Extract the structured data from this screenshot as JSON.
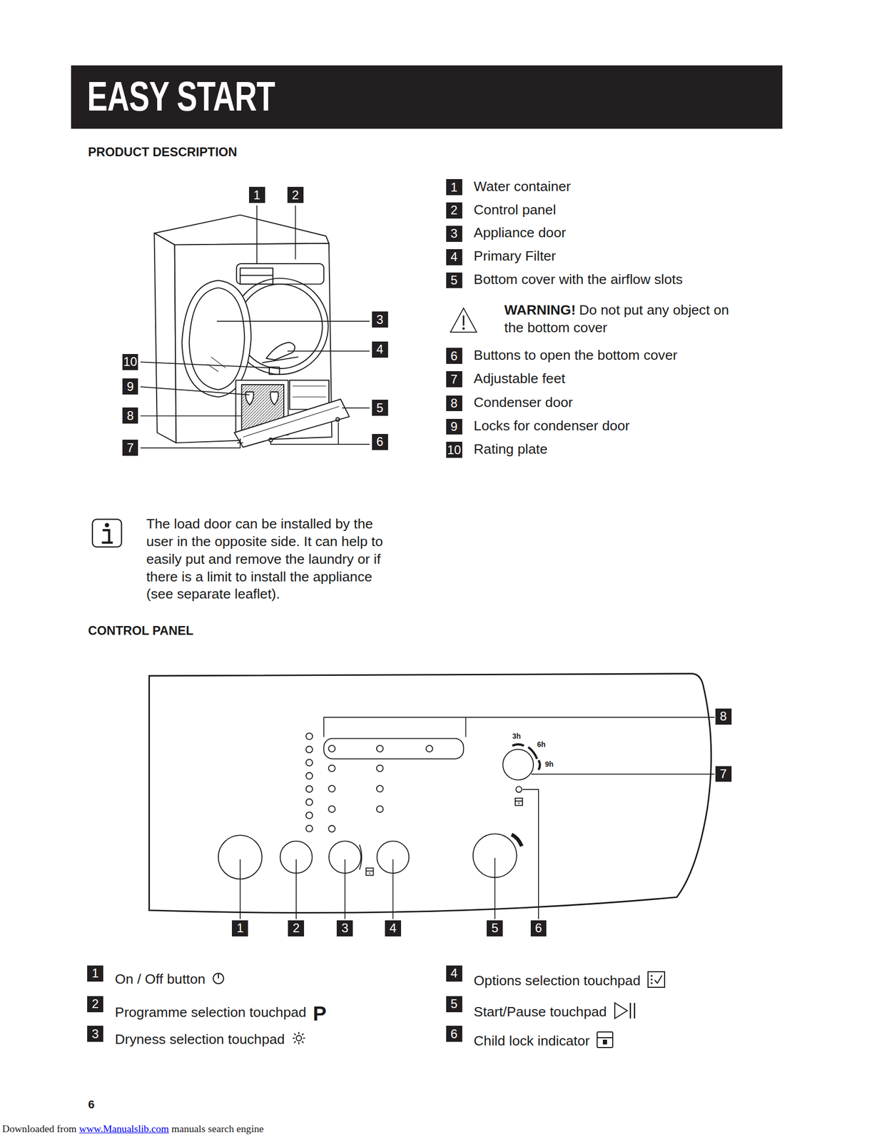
{
  "diagram": {
    "title": "EASY START",
    "labels": [
      "PRODUCT DESCRIPTION",
      "1",
      "2",
      "3",
      "4",
      "10",
      "9",
      "8",
      "5",
      "6",
      "7",
      "1",
      "Water container",
      "2",
      "Control panel",
      "3",
      "Appliance door",
      "4",
      "Primary Filter",
      "5",
      "Bottom cover with the airflow slots",
      "WARNING!",
      "Do not put any object on the bottom cover",
      "6",
      "Buttons to open the bottom cover",
      "7",
      "Adjustable feet",
      "8",
      "Condenser door",
      "9",
      "Locks for condenser door",
      "10",
      "Rating plate",
      "The load door can be installed by the user in the opposite side. It can help to easily put and remove the laundry or if there is a limit to install the appliance (see separate leaflet).",
      "CONTROL PANEL",
      "3h",
      "6h",
      "9h",
      "8",
      "7",
      "1",
      "2",
      "3",
      "4",
      "5",
      "6",
      "1",
      "On / Off button",
      "2",
      "Programme selection touchpad",
      "P",
      "3",
      "Dryness selection touchpad",
      "4",
      "Options selection touchpad",
      "5",
      "Start/Pause touchpad",
      "6",
      "Child lock indicator",
      "6",
      "Downloaded from",
      "www.Manualslib.com",
      "manuals search engine"
    ]
  }
}
